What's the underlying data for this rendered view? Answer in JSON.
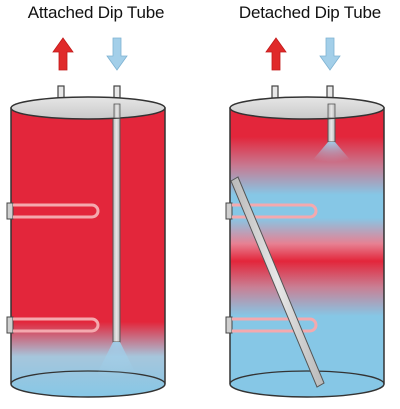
{
  "titles": {
    "left": "Attached Dip Tube",
    "right": "Detached Dip Tube"
  },
  "colors": {
    "hot": "#e3263b",
    "cold": "#7fc4e6",
    "lid": "#d6d6d6",
    "outline": "#333333",
    "arrow_hot": "#e02a2a",
    "arrow_cold": "#9fcde8",
    "element": "#f3a3a8"
  },
  "icons": {
    "hot_out": "arrow-up",
    "cold_in": "arrow-down"
  }
}
